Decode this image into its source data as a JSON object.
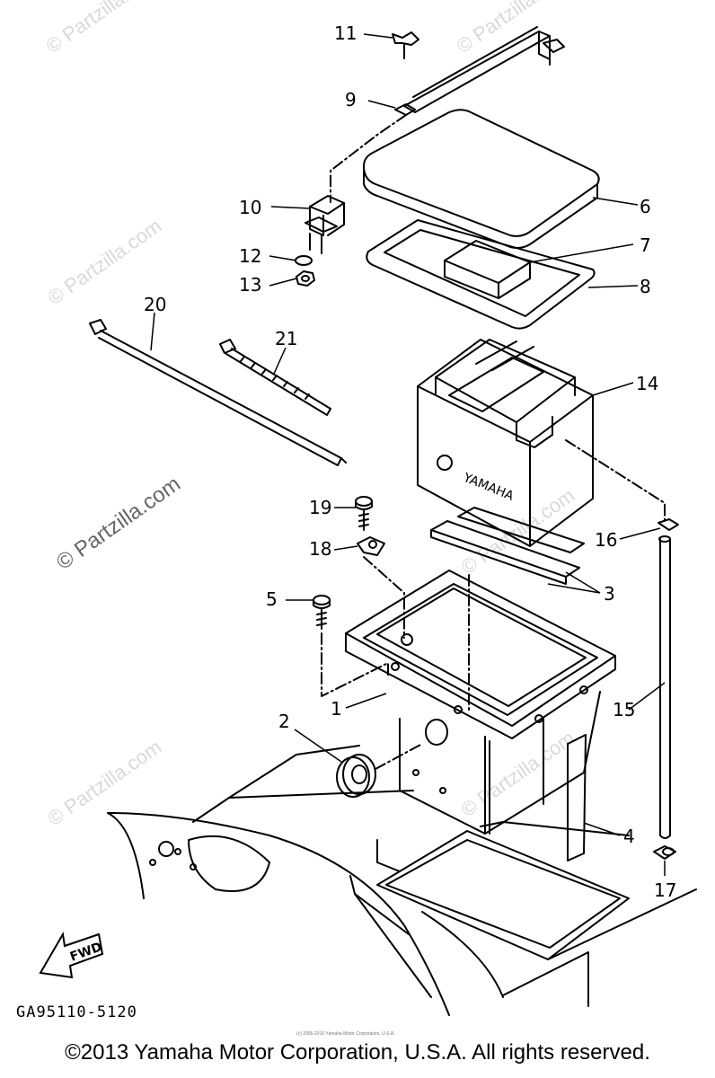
{
  "watermark": "© Partzilla.com",
  "callouts": [
    "1",
    "2",
    "3",
    "4",
    "5",
    "6",
    "7",
    "8",
    "9",
    "10",
    "11",
    "12",
    "13",
    "14",
    "15",
    "16",
    "17",
    "18",
    "19",
    "20",
    "21"
  ],
  "battery_brand": "YAMAHA",
  "fwd_label": "FWD",
  "diagram_code": "GA95110-5120",
  "tiny_notice": "(c) 2005-2016 Yamaha Motor Corporation, U.S.A.",
  "copyright": "©2013 Yamaha Motor Corporation, U.S.A. All rights reserved."
}
